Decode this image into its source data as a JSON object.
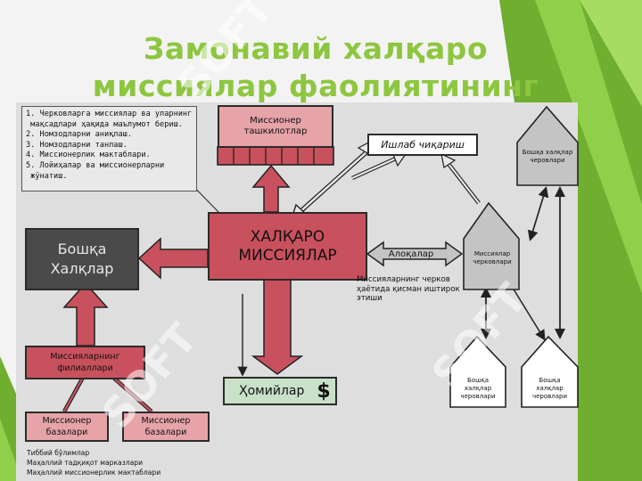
{
  "title": {
    "line1": "Замонавий халқаро",
    "line2": "миссиялар фаолиятининг"
  },
  "note_lines": [
    "1. Черковларга миссиялар ва уларнинг",
    " мақсадлари ҳақида маълумот бериш.",
    "2. Номзодларни аниқлаш.",
    "3. Номзодларни танлаш.",
    "4. Миссионерлик мактаблари.",
    "5. Лойиҳалар ва миссионерларни",
    " жўнатиш."
  ],
  "center_box": {
    "line1": "ХАЛҚАРО",
    "line2": "МИССИЯЛАР"
  },
  "missionary_orgs": {
    "line1": "Миссионер",
    "line2": "ташкилотлар"
  },
  "production": "Ишлаб чиқариш",
  "other_peoples": {
    "line1": "Бошқа",
    "line2": "Халқлар"
  },
  "sponsors": "Ҳомийлар",
  "dollar": "$",
  "branches": {
    "line1": "Миссияларнинг",
    "line2": "филиаллари"
  },
  "base_left": {
    "line1": "Миссионер",
    "line2": "базалари"
  },
  "base_right": {
    "line1": "Миссионер",
    "line2": "базалари"
  },
  "relations": "Алоқалар",
  "relations_note": {
    "line1": "Миссияларнинг черков",
    "line2": "ҳаётида қисман иштирок",
    "line3": "этиши"
  },
  "mission_churches": {
    "line1": "Миссиялар",
    "line2": "черковлари"
  },
  "other_churches_top": {
    "line1": "Бошқа халқлар",
    "line2": "черовлари"
  },
  "other_churches_left": {
    "line1": "Бошқа",
    "line2": "халқлар",
    "line3": "черовлари"
  },
  "other_churches_right": {
    "line1": "Бошқа",
    "line2": "халқлар",
    "line3": "черовлари"
  },
  "bottom_list": [
    "Тиббий бўлимлар",
    "Маҳаллий тадқиқот марказлари",
    "Маҳаллий миссионерлик мактаблари"
  ],
  "watermark": "SOFT",
  "colors": {
    "title_green": "#8dc63f",
    "red": "#c9515e",
    "pink": "#e6a3a8",
    "gray": "#c4c4c4",
    "dark": "#4a4a4a"
  }
}
